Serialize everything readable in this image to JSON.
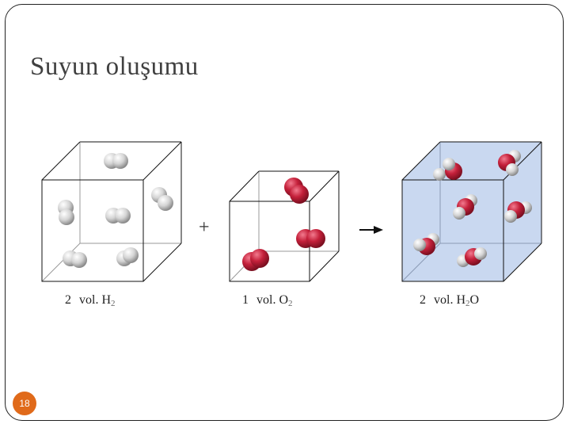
{
  "slide": {
    "title": "Suyun oluşumu",
    "page_number": "18"
  },
  "diagram": {
    "plus_sign": "+",
    "captions": [
      {
        "amount": "2",
        "label": "vol. H",
        "subscript": "2",
        "tail": ""
      },
      {
        "amount": "1",
        "label": "vol. O",
        "subscript": "2",
        "tail": ""
      },
      {
        "amount": "2",
        "label": "vol. H",
        "subscript": "2",
        "tail": "O"
      }
    ]
  },
  "colors": {
    "hydrogen": "#d8d8d8",
    "oxygen": "#c4203a",
    "product_box_fill": "#c9d8f0",
    "page_badge": "#e06a1a"
  }
}
